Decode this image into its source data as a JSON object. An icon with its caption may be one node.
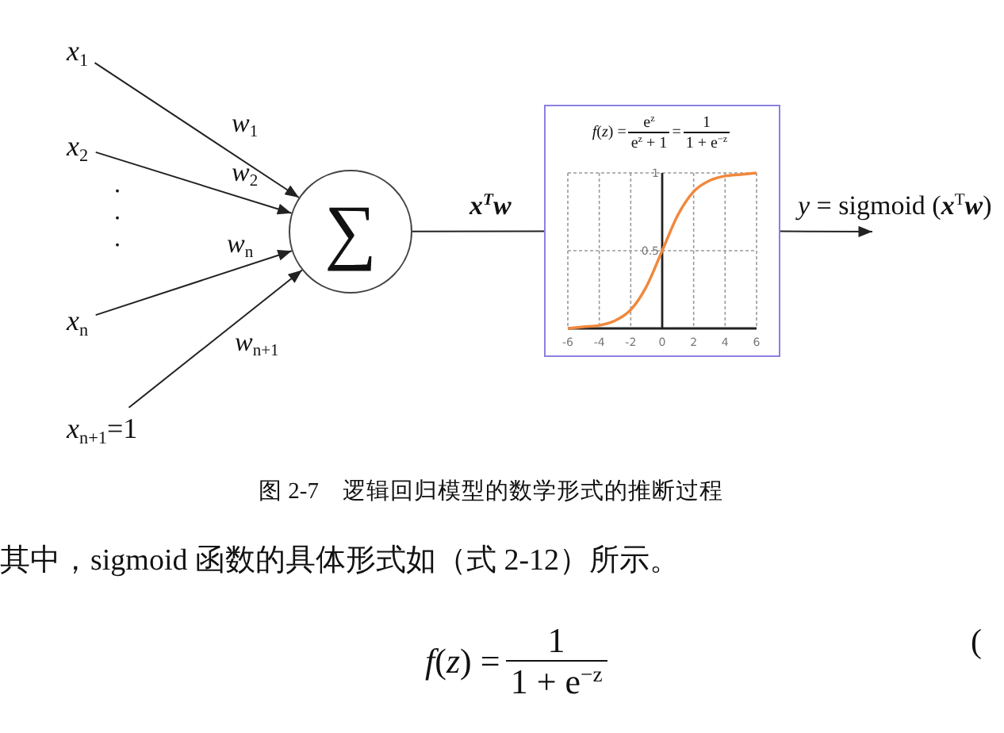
{
  "diagram": {
    "caption": "图 2-7　逻辑回归模型的数学形式的推断过程",
    "nodes": [
      {
        "text": [
          "*x*$_{1}$"
        ]
      },
      {
        "text": [
          "*x*$_{2}$"
        ]
      },
      {
        "text": [
          "*x*$_{n}$"
        ]
      },
      {
        "text": [
          "*x*$_{n+1}$=1"
        ]
      },
      {
        "text": [
          "∑"
        ]
      },
      {
        "text": [
          "*f*(*z*) =",
          "e$^{z}$",
          "e$^{z}$ + 1",
          "=",
          "1",
          "1 + e$^{−z}$"
        ]
      }
    ],
    "edges": [
      {
        "from": 0,
        "to": 4,
        "arrow": "to",
        "label": "*w*$_{1}$"
      },
      {
        "from": 1,
        "to": 4,
        "arrow": "to",
        "label": "*w*$_{2}$"
      },
      {
        "from": 2,
        "to": 4,
        "arrow": "to",
        "label": "*w*$_{n}$"
      },
      {
        "from": 3,
        "to": 4,
        "arrow": "to",
        "label": "*w*$_{n+1}$"
      },
      {
        "from": 4,
        "to": 5,
        "arrow": "none",
        "label": "x$^{T}$w"
      },
      {
        "from": 5,
        "to": null,
        "arrow": "to",
        "label": "*y* = sigmoid (**x**$^{T}$**w**)"
      }
    ],
    "labels": [
      ". . .",
      "其中，sigmoid 函数的具体形式如（式 2-12）所示。",
      "*f*(*z*) =",
      "1",
      "1 + e$^{−z}$",
      "("
    ],
    "chart_data": {
      "type": "line",
      "x": [
        -6,
        -5,
        -4,
        -3,
        -2,
        -1,
        0,
        1,
        2,
        3,
        4,
        5,
        6
      ],
      "series": [
        {
          "color": "#f0883c",
          "values": [
            0,
            0.01,
            0.02,
            0.05,
            0.12,
            0.27,
            0.5,
            0.73,
            0.88,
            0.95,
            0.98,
            0.99,
            1
          ]
        }
      ],
      "xlim": [
        -6,
        6
      ],
      "ylim": [
        0,
        1
      ],
      "xticks": [
        -6,
        -4,
        -2,
        0,
        2,
        4,
        6
      ],
      "yticks": [
        0.5,
        1
      ],
      "grid": true
    }
  }
}
